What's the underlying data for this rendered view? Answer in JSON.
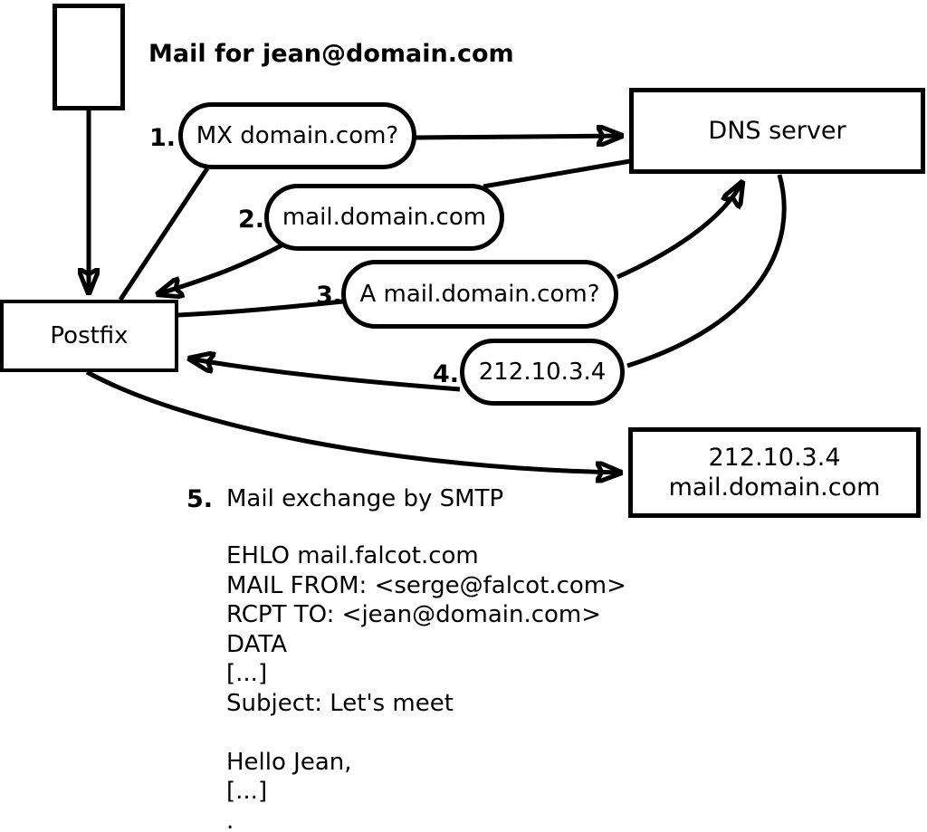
{
  "colors": {
    "ink": "#000000",
    "background": "#ffffff"
  },
  "title": "Mail for jean@domain.com",
  "nodes": {
    "postfix": {
      "label": "Postfix"
    },
    "dns": {
      "label": "DNS server"
    },
    "mailserver": {
      "line1": "212.10.3.4",
      "line2": "mail.domain.com"
    }
  },
  "steps": [
    {
      "num": "1.",
      "label": "MX domain.com?"
    },
    {
      "num": "2.",
      "label": "mail.domain.com"
    },
    {
      "num": "3.",
      "label": "A mail.domain.com?"
    },
    {
      "num": "4.",
      "label": "212.10.3.4"
    },
    {
      "num": "5.",
      "label": "Mail exchange by SMTP"
    }
  ],
  "smtp_session": [
    "EHLO mail.falcot.com",
    "MAIL FROM: <serge@falcot.com>",
    "RCPT TO: <jean@domain.com>",
    "DATA",
    "[...]",
    "Subject: Let's meet",
    "",
    "Hello Jean,",
    "[...]",
    "."
  ]
}
